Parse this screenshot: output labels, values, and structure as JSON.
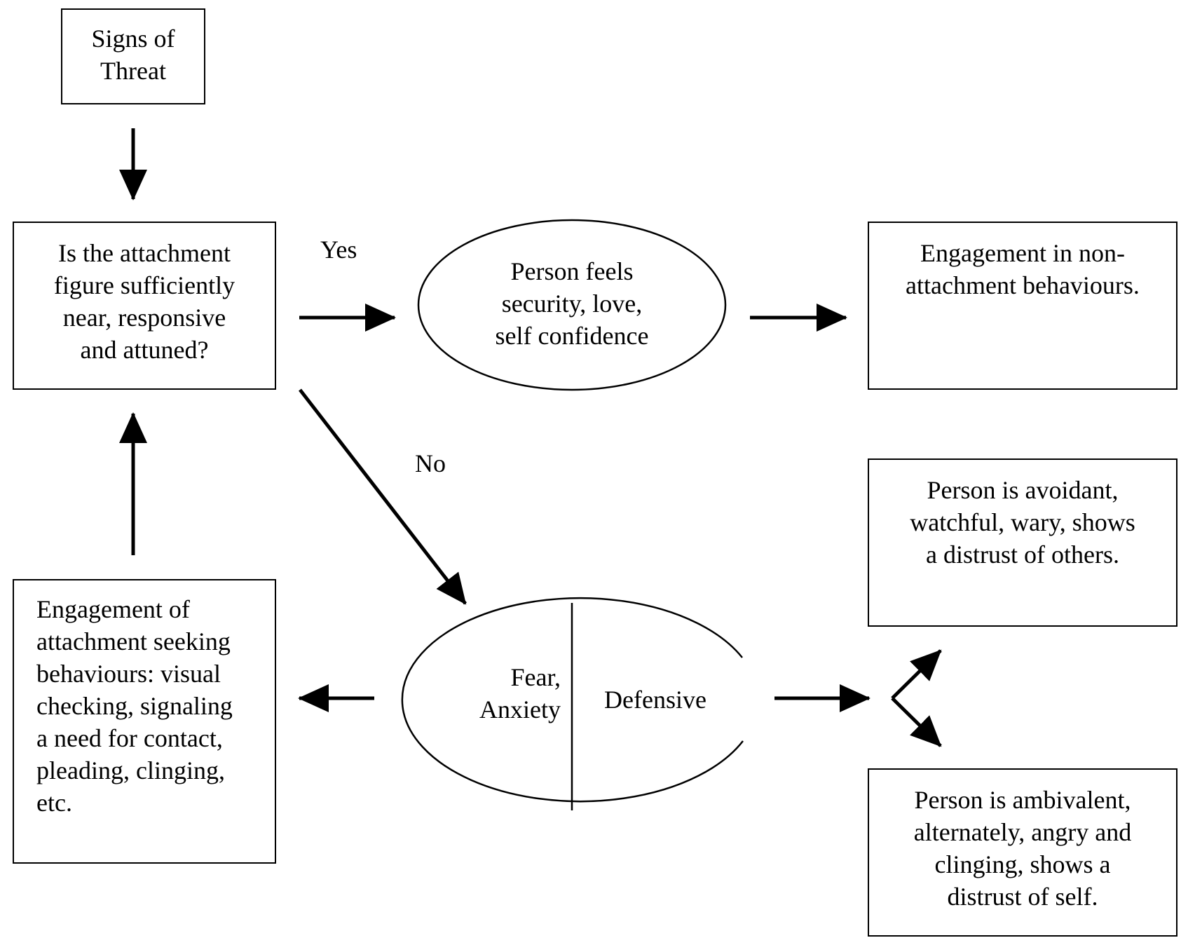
{
  "nodes": {
    "signs_of_threat": "Signs of\nThreat",
    "question": "Is the attachment\nfigure sufficiently\nnear, responsive\nand attuned?",
    "security": "Person feels\nsecurity, love,\nself confidence",
    "engagement_non": "Engagement in non-\nattachment behaviours.",
    "fear": "Fear,\nAnxiety",
    "defensive": "Defensive",
    "attachment_seeking": "Engagement of\nattachment seeking\nbehaviours:  visual\nchecking, signaling\na need for contact,\npleading, clinging,\netc.",
    "avoidant": "Person is avoidant,\nwatchful, wary, shows\na distrust of others.",
    "ambivalent": "Person is ambivalent,\nalternately, angry and\nclinging, shows a\ndistrust of self."
  },
  "edge_labels": {
    "yes": "Yes",
    "no": "No"
  }
}
